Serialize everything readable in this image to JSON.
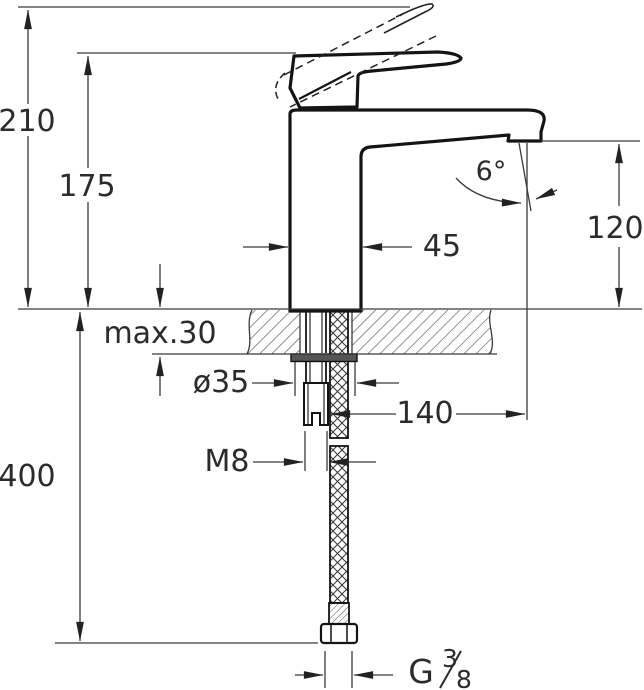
{
  "drawing": {
    "type": "technical-dimension-drawing",
    "dimensions": {
      "overall_height": "210",
      "handle_height": "175",
      "body_width": "45",
      "spout_angle": "6°",
      "spout_height": "120",
      "max_deck_thickness": "max.30",
      "hole_diameter": "ø35",
      "spout_reach": "140",
      "thread": "M8",
      "hose_length": "400",
      "connection_prefix": "G",
      "connection_numerator": "3",
      "connection_denominator": "8"
    },
    "colors": {
      "outline": "#141414",
      "dimension_lines": "#3a3a3a",
      "text": "#2b2b2b",
      "background": "#ffffff"
    }
  }
}
